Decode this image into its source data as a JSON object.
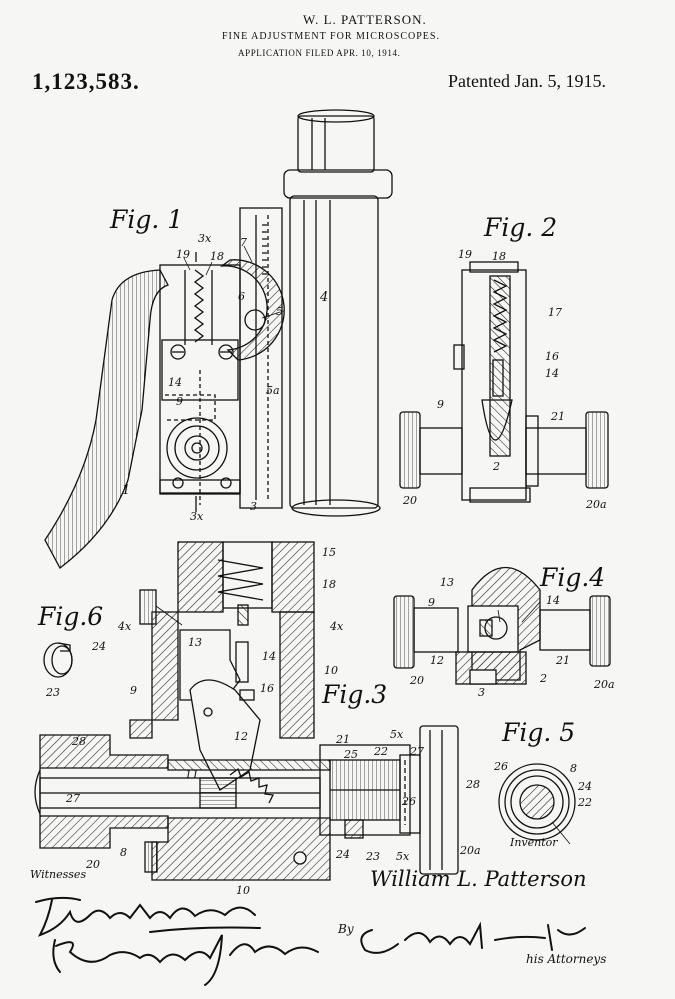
{
  "header": {
    "inventor": "W. L. PATTERSON.",
    "title": "FINE ADJUSTMENT FOR MICROSCOPES.",
    "filed": "APPLICATION FILED APR. 10, 1914.",
    "patent_number": "1,123,583.",
    "patented": "Patented Jan. 5, 1915."
  },
  "figures": {
    "fig1": "Fig. 1",
    "fig2": "Fig. 2",
    "fig3": "Fig.3",
    "fig4": "Fig.4",
    "fig5": "Fig. 5",
    "fig6": "Fig.6"
  },
  "labels": [
    {
      "id": "l1",
      "text": "3x"
    },
    {
      "id": "l2",
      "text": "19"
    },
    {
      "id": "l3",
      "text": "18"
    },
    {
      "id": "l4",
      "text": "7"
    },
    {
      "id": "l5",
      "text": "6"
    },
    {
      "id": "l6",
      "text": "5"
    },
    {
      "id": "l7",
      "text": "4"
    },
    {
      "id": "l8",
      "text": "14"
    },
    {
      "id": "l9",
      "text": "9"
    },
    {
      "id": "l10",
      "text": "5a"
    },
    {
      "id": "l11",
      "text": "1"
    },
    {
      "id": "l12",
      "text": "3"
    },
    {
      "id": "l13",
      "text": "3x"
    },
    {
      "id": "l14",
      "text": "19"
    },
    {
      "id": "l15",
      "text": "18"
    },
    {
      "id": "l16",
      "text": "17"
    },
    {
      "id": "l17",
      "text": "16"
    },
    {
      "id": "l18",
      "text": "14"
    },
    {
      "id": "l19",
      "text": "9"
    },
    {
      "id": "l20",
      "text": "21"
    },
    {
      "id": "l21",
      "text": "2"
    },
    {
      "id": "l22",
      "text": "20"
    },
    {
      "id": "l23",
      "text": "20a"
    },
    {
      "id": "l24",
      "text": "15"
    },
    {
      "id": "l25",
      "text": "18"
    },
    {
      "id": "l26",
      "text": "4x"
    },
    {
      "id": "l27",
      "text": "4x"
    },
    {
      "id": "l28",
      "text": "13"
    },
    {
      "id": "l29",
      "text": "14"
    },
    {
      "id": "l30",
      "text": "9"
    },
    {
      "id": "l31",
      "text": "16"
    },
    {
      "id": "l32",
      "text": "10"
    },
    {
      "id": "l33",
      "text": "12"
    },
    {
      "id": "l34",
      "text": "28"
    },
    {
      "id": "l35",
      "text": "21"
    },
    {
      "id": "l36",
      "text": "25"
    },
    {
      "id": "l37",
      "text": "22"
    },
    {
      "id": "l38",
      "text": "5x"
    },
    {
      "id": "l39",
      "text": "27"
    },
    {
      "id": "l40",
      "text": "11"
    },
    {
      "id": "l41",
      "text": "26"
    },
    {
      "id": "l42",
      "text": "28"
    },
    {
      "id": "l43",
      "text": "27"
    },
    {
      "id": "l44",
      "text": "8"
    },
    {
      "id": "l45",
      "text": "20"
    },
    {
      "id": "l46",
      "text": "24"
    },
    {
      "id": "l47",
      "text": "23"
    },
    {
      "id": "l48",
      "text": "5x"
    },
    {
      "id": "l49",
      "text": "20a"
    },
    {
      "id": "l50",
      "text": "10"
    },
    {
      "id": "l51",
      "text": "13"
    },
    {
      "id": "l52",
      "text": "9"
    },
    {
      "id": "l53",
      "text": "14"
    },
    {
      "id": "l54",
      "text": "12"
    },
    {
      "id": "l55",
      "text": "20"
    },
    {
      "id": "l56",
      "text": "3"
    },
    {
      "id": "l57",
      "text": "2"
    },
    {
      "id": "l58",
      "text": "21"
    },
    {
      "id": "l59",
      "text": "20a"
    },
    {
      "id": "l60",
      "text": "26"
    },
    {
      "id": "l61",
      "text": "8"
    },
    {
      "id": "l62",
      "text": "24"
    },
    {
      "id": "l63",
      "text": "22"
    },
    {
      "id": "l64",
      "text": "24"
    },
    {
      "id": "l65",
      "text": "23"
    }
  ],
  "footer": {
    "witnesses_label": "Witnesses",
    "inventor_label": "Inventor",
    "inventor_name": "William L. Patterson",
    "by": "By",
    "attorneys": "his Attorneys"
  }
}
